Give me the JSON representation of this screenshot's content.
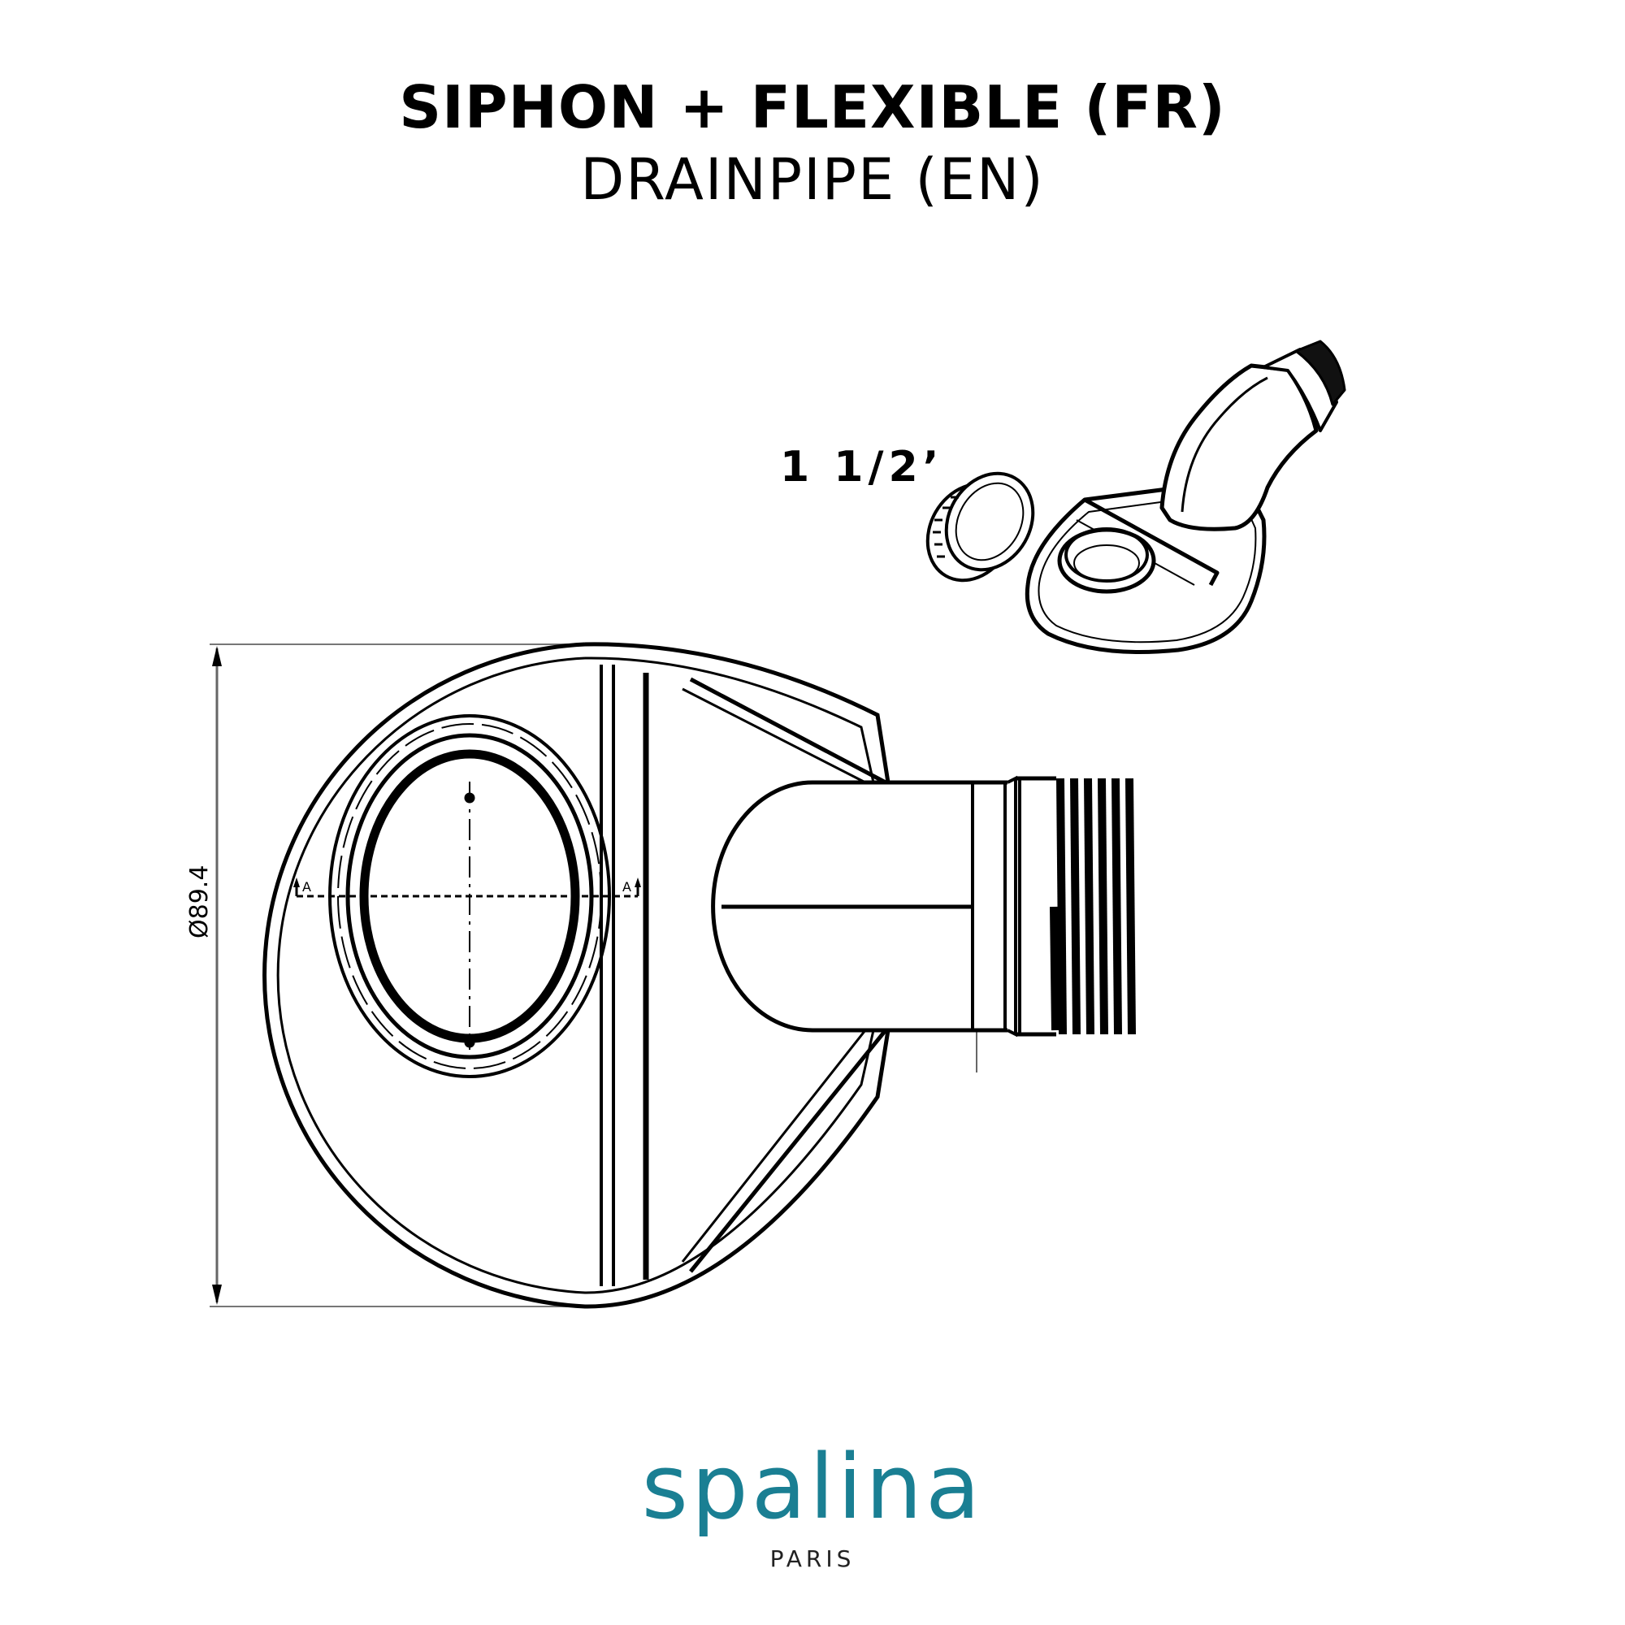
{
  "title": {
    "fr": "SIPHON + FLEXIBLE (FR)",
    "en": "DRAINPIPE (EN)"
  },
  "drawing": {
    "size_label": "1 1/2’",
    "dimension_label": "Ø89.4",
    "section_marker_left": "A",
    "section_marker_right": "A",
    "components": [
      "nut-ring",
      "siphon-body-isometric",
      "siphon-top-view-technical-drawing"
    ]
  },
  "brand": {
    "name": "spalina",
    "city": "PARIS",
    "color": "#1a7f93"
  }
}
